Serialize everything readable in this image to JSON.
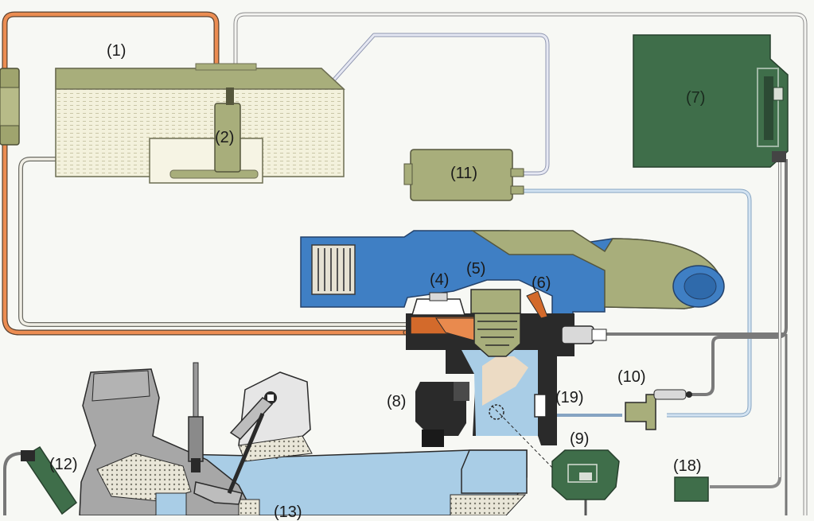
{
  "labels": {
    "l1": "(1)",
    "l2": "(2)",
    "l4": "(4)",
    "l5": "(5)",
    "l6": "(6)",
    "l7": "(7)",
    "l8": "(8)",
    "l9": "(9)",
    "l10": "(10)",
    "l11": "(11)",
    "l12": "(12)",
    "l13": "(13)",
    "l18": "(18)",
    "l19": "(19)"
  },
  "colors": {
    "background": "#f7f8f4",
    "component_green": "#a9ae7a",
    "ecu_green": "#3f6e4a",
    "intake_blue": "#3f7fc4",
    "chamber_light_blue": "#a9cde6",
    "fuel_line_orange": "#e98a4e",
    "line_grey": "#b9bdbd",
    "dark_part": "#2a2a2a"
  }
}
